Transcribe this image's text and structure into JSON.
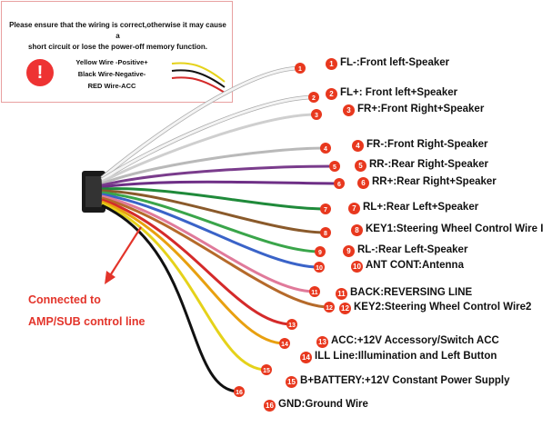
{
  "warning": {
    "text_line1": "Please ensure that the  wiring is  correct,otherwise it may cause a",
    "text_line2": "short circuit or lose the power-off memory function.",
    "icon": "exclamation-icon",
    "icon_glyph": "!",
    "wire_line1": "Yellow Wire -Positive+",
    "wire_line2": "Black  Wire-Negative-",
    "wire_line3": "RED Wire-ACC"
  },
  "callout": {
    "line1": "Connected to",
    "line2": "AMP/SUB control line"
  },
  "wires": [
    {
      "num": "1",
      "label": "FL-:Front left-Speaker",
      "color": "#f4f4f4"
    },
    {
      "num": "2",
      "label": "FL+:  Front left+Speaker",
      "color": "#f4f4f4"
    },
    {
      "num": "3",
      "label": "FR+:Front Right+Speaker",
      "color": "#cfcfcf"
    },
    {
      "num": "4",
      "label": "FR-:Front Right-Speaker",
      "color": "#b9b9b9"
    },
    {
      "num": "5",
      "label": "RR-:Rear Right-Speaker",
      "color": "#7a3c8c"
    },
    {
      "num": "6",
      "label": "RR+:Rear Right+Speaker",
      "color": "#6e2f86"
    },
    {
      "num": "7",
      "label": "RL+:Rear Left+Speaker",
      "color": "#1f8a3a"
    },
    {
      "num": "8",
      "label": "KEY1:Steering Wheel Control Wire I",
      "color": "#8a5a2b"
    },
    {
      "num": "9",
      "label": "RL-:Rear Left-Speaker",
      "color": "#3aa54a"
    },
    {
      "num": "10",
      "label": "ANT CONT:Antenna",
      "color": "#3a63c8"
    },
    {
      "num": "11",
      "label": "BACK:REVERSING LINE",
      "color": "#e07a9a"
    },
    {
      "num": "12",
      "label": "KEY2:Steering Wheel Control Wire2",
      "color": "#b56a2a"
    },
    {
      "num": "13",
      "label": "ACC:+12V Accessory/Switch ACC",
      "color": "#d42a2a"
    },
    {
      "num": "14",
      "label": "ILL Line:Illumination and Left Button",
      "color": "#e8a010"
    },
    {
      "num": "15",
      "label": "B+BATTERY:+12V Constant Power Supply",
      "color": "#e5d21a"
    },
    {
      "num": "16",
      "label": "GND:Ground Wire",
      "color": "#111111"
    }
  ]
}
